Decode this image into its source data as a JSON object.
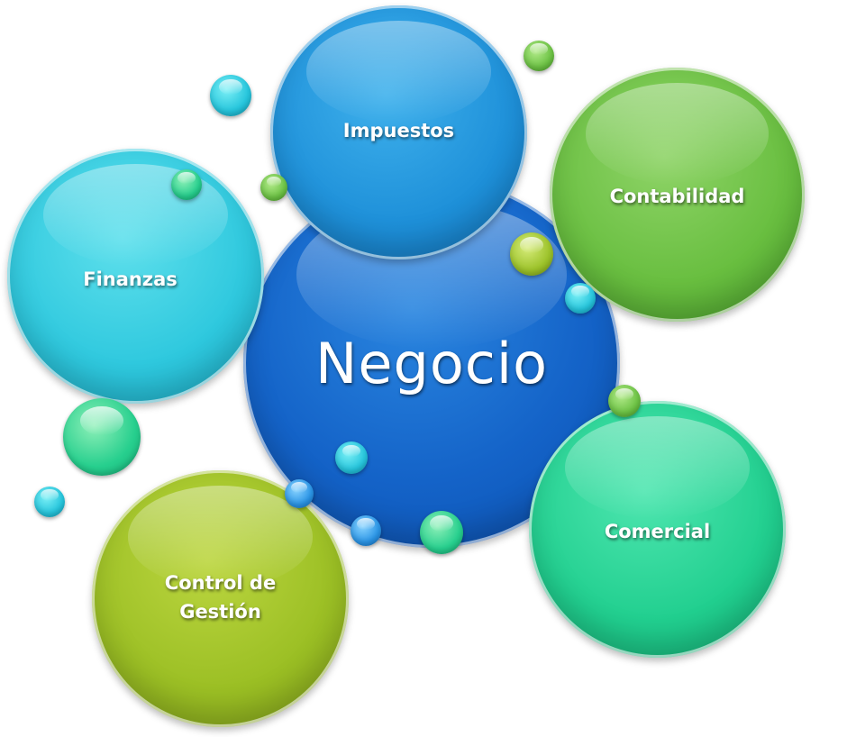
{
  "diagram": {
    "center": {
      "label": "Negocio",
      "color": "#1463c8"
    },
    "satellites": [
      {
        "id": "impuestos",
        "label": "Impuestos",
        "color": "#1e90d9"
      },
      {
        "id": "contabilidad",
        "label": "Contabilidad",
        "color": "#68be3f"
      },
      {
        "id": "finanzas",
        "label": "Finanzas",
        "color": "#2ec8de"
      },
      {
        "id": "comercial",
        "label": "Comercial",
        "color": "#21cf8f"
      },
      {
        "id": "control",
        "label_line1": "Control de",
        "label_line2": "Gestión",
        "color": "#9bbf24"
      }
    ]
  }
}
